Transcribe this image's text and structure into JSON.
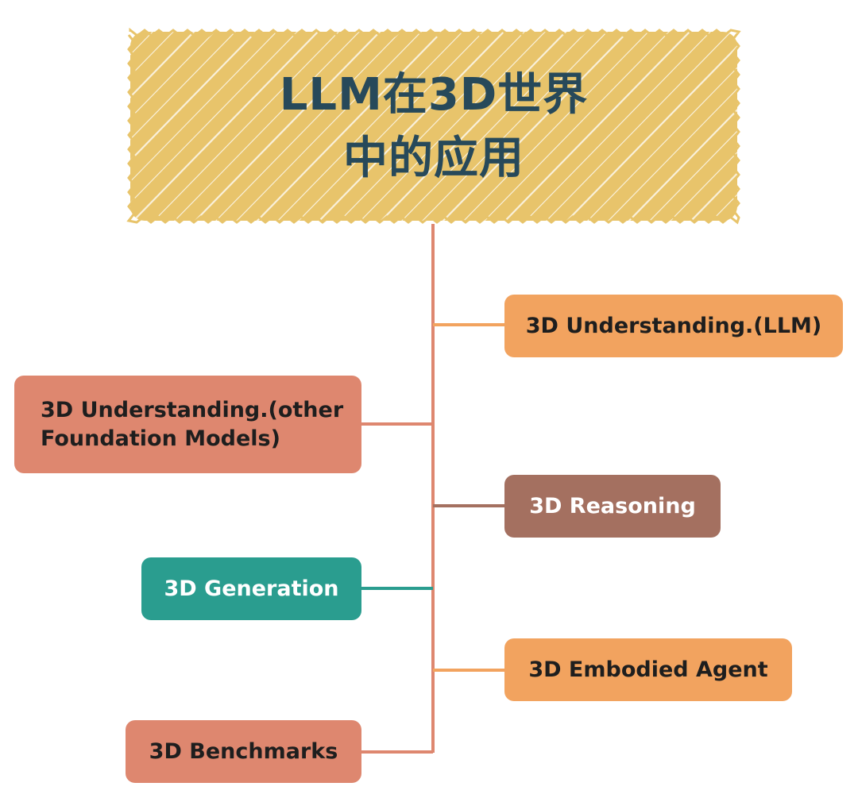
{
  "diagram": {
    "root": {
      "line1": "LLM在3D世界",
      "line2": "中的应用",
      "fill": "#e8c46b",
      "hatch": "#ffffff",
      "text_color": "#27495a"
    },
    "trunk_color": "#de876f",
    "nodes": {
      "understanding_llm": {
        "label": "3D Understanding.(LLM)",
        "fill": "#f2a35f",
        "connector": "#f2a35f"
      },
      "understanding_other": {
        "line1": "3D Understanding.(other",
        "line2": "Foundation Models)",
        "fill": "#de876f",
        "connector": "#de876f"
      },
      "reasoning": {
        "label": "3D Reasoning",
        "fill": "#a47060",
        "connector": "#a47060"
      },
      "generation": {
        "label": "3D Generation",
        "fill": "#2a9d8f",
        "connector": "#2a9d8f"
      },
      "embodied_agent": {
        "label": "3D Embodied Agent",
        "fill": "#f2a35f",
        "connector": "#f2a35f"
      },
      "benchmarks": {
        "label": "3D Benchmarks",
        "fill": "#de876f",
        "connector": "#de876f"
      }
    }
  }
}
